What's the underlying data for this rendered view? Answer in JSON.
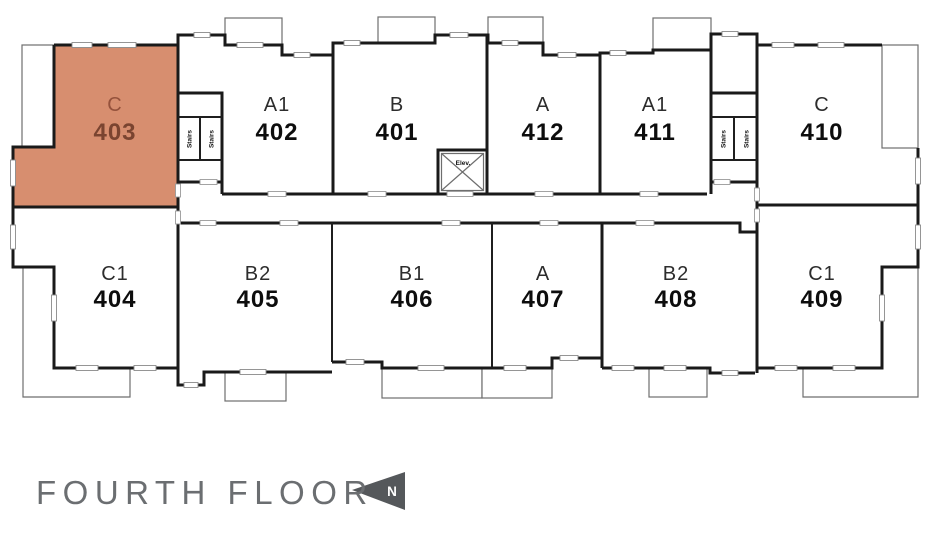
{
  "plan": {
    "floor_label": "FOURTH FLOOR",
    "north_label": "N",
    "stairs_label": "Stairs",
    "elevator_label": "Elev.",
    "highlighted_unit": "403",
    "units": [
      {
        "type": "C",
        "number": "403",
        "row": "top",
        "highlighted": true
      },
      {
        "type": "A1",
        "number": "402",
        "row": "top",
        "highlighted": false
      },
      {
        "type": "B",
        "number": "401",
        "row": "top",
        "highlighted": false
      },
      {
        "type": "A",
        "number": "412",
        "row": "top",
        "highlighted": false
      },
      {
        "type": "A1",
        "number": "411",
        "row": "top",
        "highlighted": false
      },
      {
        "type": "C",
        "number": "410",
        "row": "top",
        "highlighted": false
      },
      {
        "type": "C1",
        "number": "404",
        "row": "bottom",
        "highlighted": false
      },
      {
        "type": "B2",
        "number": "405",
        "row": "bottom",
        "highlighted": false
      },
      {
        "type": "B1",
        "number": "406",
        "row": "bottom",
        "highlighted": false
      },
      {
        "type": "A",
        "number": "407",
        "row": "bottom",
        "highlighted": false
      },
      {
        "type": "B2",
        "number": "408",
        "row": "bottom",
        "highlighted": false
      },
      {
        "type": "C1",
        "number": "409",
        "row": "bottom",
        "highlighted": false
      }
    ],
    "colors": {
      "highlight_fill": "#D78E6F",
      "highlight_letter": "#95523C",
      "highlight_number": "#7A4430",
      "wall": "#1A1A1A",
      "title_text": "#6B6E71",
      "arrow": "#55585B"
    }
  }
}
